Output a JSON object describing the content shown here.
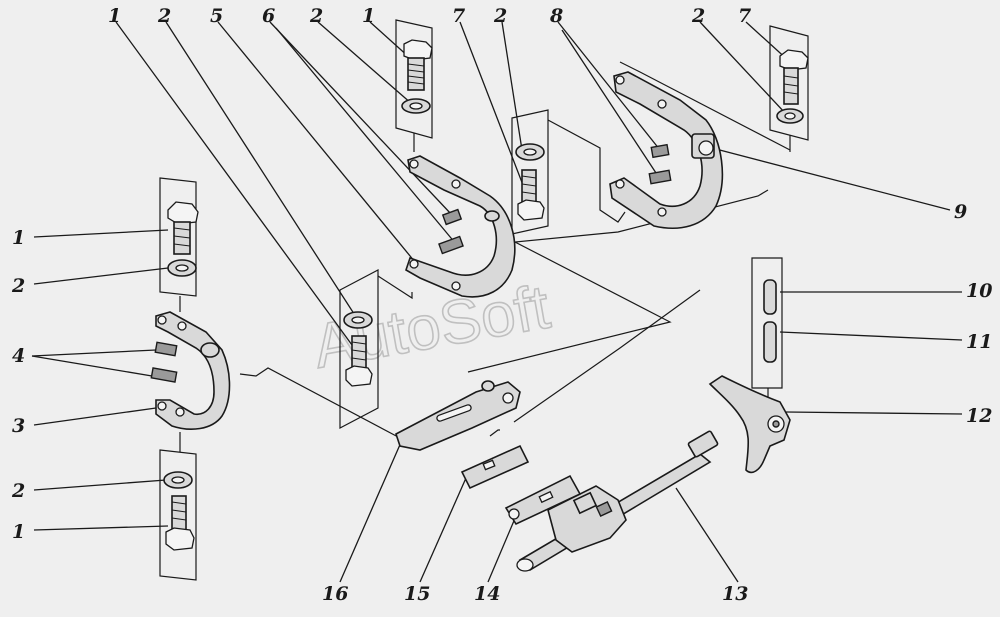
{
  "watermark": "AutoSoft",
  "callouts": {
    "top": [
      "1",
      "2",
      "5",
      "6",
      "2",
      "1",
      "7",
      "2",
      "8",
      "2",
      "7"
    ],
    "right": [
      "9",
      "10",
      "11",
      "12"
    ],
    "left": [
      "1",
      "2",
      "4",
      "3",
      "2",
      "1"
    ],
    "bottom": [
      "16",
      "15",
      "14",
      "13"
    ]
  },
  "icons": [
    "bolt-icon",
    "washer-icon",
    "clamp-icon",
    "shift-rod-icon",
    "shift-fork-icon",
    "pin-icon"
  ]
}
